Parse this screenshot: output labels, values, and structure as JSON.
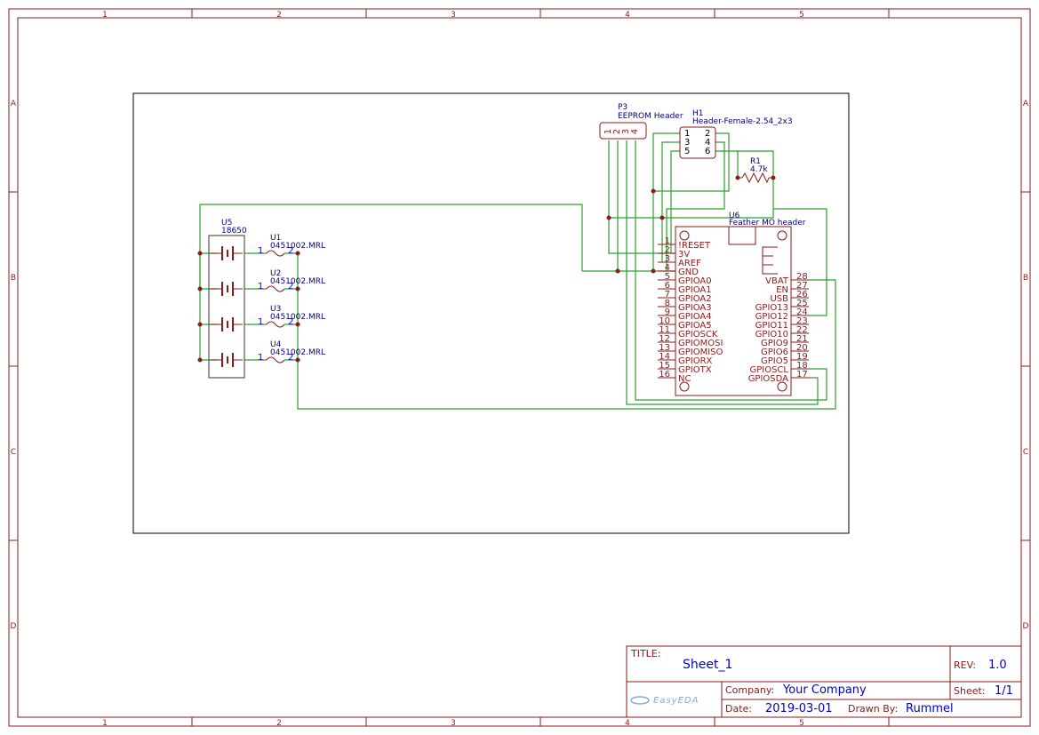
{
  "frame": {
    "columns": [
      "1",
      "2",
      "3",
      "4",
      "5"
    ],
    "rows": [
      "A",
      "B",
      "C",
      "D"
    ]
  },
  "components": {
    "p3": {
      "ref": "P3",
      "name": "EEPROM Header",
      "pins": [
        "1",
        "2",
        "3",
        "4"
      ]
    },
    "h1": {
      "ref": "H1",
      "name": "Header-Female-2.54_2x3",
      "pins": [
        "1",
        "2",
        "3",
        "4",
        "5",
        "6"
      ]
    },
    "r1": {
      "ref": "R1",
      "value": "4.7k"
    },
    "u5": {
      "ref": "U5",
      "name": "18650"
    },
    "fuses": [
      {
        "ref": "U1",
        "name": "0451002.MRL",
        "pin1": "1",
        "pin2": "2"
      },
      {
        "ref": "U2",
        "name": "0451002.MRL",
        "pin1": "1",
        "pin2": "2"
      },
      {
        "ref": "U3",
        "name": "0451002.MRL",
        "pin1": "1",
        "pin2": "2"
      },
      {
        "ref": "U4",
        "name": "0451002.MRL",
        "pin1": "1",
        "pin2": "2"
      }
    ],
    "u6": {
      "ref": "U6",
      "name": "Feather MO header",
      "left_pins": [
        {
          "num": "1",
          "name": "!RESET"
        },
        {
          "num": "2",
          "name": "3V"
        },
        {
          "num": "3",
          "name": "AREF"
        },
        {
          "num": "4",
          "name": "GND"
        },
        {
          "num": "5",
          "name": "GPIOA0"
        },
        {
          "num": "6",
          "name": "GPIOA1"
        },
        {
          "num": "7",
          "name": "GPIOA2"
        },
        {
          "num": "8",
          "name": "GPIOA3"
        },
        {
          "num": "9",
          "name": "GPIOA4"
        },
        {
          "num": "10",
          "name": "GPIOA5"
        },
        {
          "num": "11",
          "name": "GPIOSCK"
        },
        {
          "num": "12",
          "name": "GPIOMOSI"
        },
        {
          "num": "13",
          "name": "GPIOMISO"
        },
        {
          "num": "14",
          "name": "GPIORX"
        },
        {
          "num": "15",
          "name": "GPIOTX"
        },
        {
          "num": "16",
          "name": "NC"
        }
      ],
      "right_pins": [
        {
          "num": "28",
          "name": "VBAT"
        },
        {
          "num": "27",
          "name": "EN"
        },
        {
          "num": "26",
          "name": "USB"
        },
        {
          "num": "25",
          "name": "GPIO13"
        },
        {
          "num": "24",
          "name": "GPIO12"
        },
        {
          "num": "23",
          "name": "GPIO11"
        },
        {
          "num": "22",
          "name": "GPIO10"
        },
        {
          "num": "21",
          "name": "GPIO9"
        },
        {
          "num": "20",
          "name": "GPIO6"
        },
        {
          "num": "19",
          "name": "GPIO5"
        },
        {
          "num": "18",
          "name": "GPIOSCL"
        },
        {
          "num": "17",
          "name": "GPIOSDA"
        }
      ]
    }
  },
  "title_block": {
    "title_label": "TITLE:",
    "title": "Sheet_1",
    "rev_label": "REV:",
    "rev": "1.0",
    "company_label": "Company:",
    "company": "Your Company",
    "sheet_label": "Sheet:",
    "sheet": "1/1",
    "date_label": "Date:",
    "date": "2019-03-01",
    "drawn_label": "Drawn By:",
    "drawn_by": "Rummel",
    "logo": "EasyEDA"
  },
  "colors": {
    "frame": "#8b1a1a",
    "wire": "#2ca02c",
    "text_blue": "#0000cc",
    "label_navy": "#000080"
  }
}
